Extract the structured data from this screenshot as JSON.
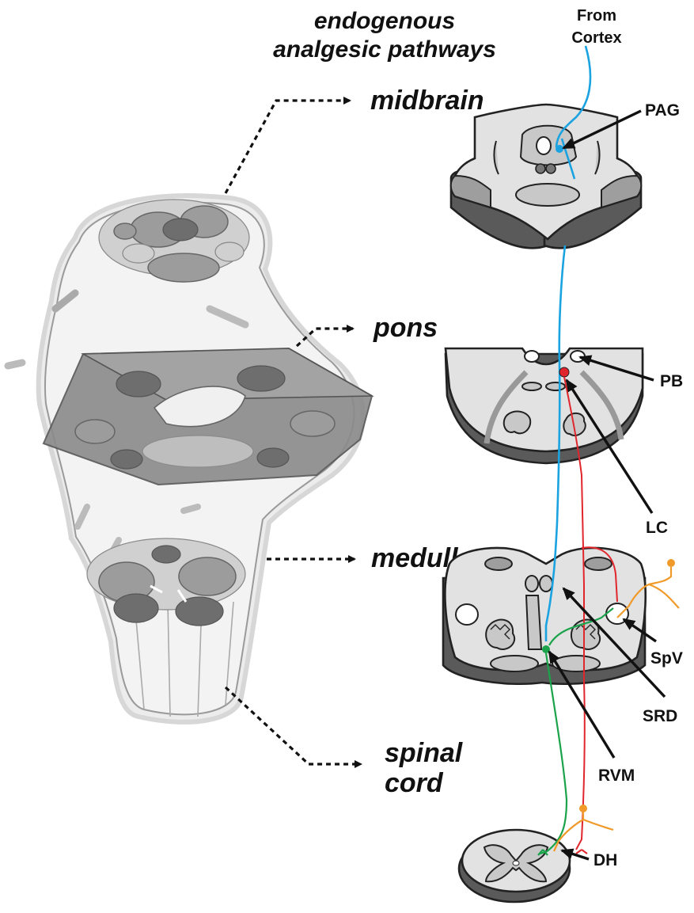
{
  "title": {
    "line1": "endogenous",
    "line2": "analgesic pathways"
  },
  "regions": {
    "midbrain": "midbrain",
    "pons": "pons",
    "medulla": "medulla",
    "spinal_line1": "spinal",
    "spinal_line2": "cord"
  },
  "from_cortex": {
    "line1": "From",
    "line2": "Cortex"
  },
  "structures": {
    "pag": "PAG",
    "pb": "PB",
    "lc": "LC",
    "spv": "SpV",
    "srd": "SRD",
    "rvm": "RVM",
    "dh": "DH"
  },
  "pathway_colors": {
    "cortex_pag": "#1aa3e0",
    "lc": "#e0262c",
    "rvm": "#1aa34a",
    "afferent": "#f09a2a"
  },
  "icons": [
    "brainstem-illustration",
    "midbrain-section",
    "pons-section",
    "medulla-section",
    "spinal-cord-section",
    "dashed-arrow",
    "pointer-arrow"
  ]
}
